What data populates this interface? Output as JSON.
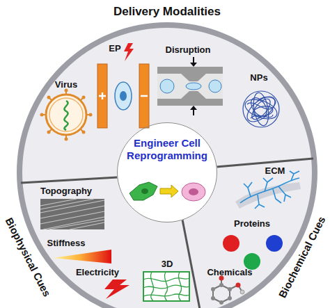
{
  "diagram": {
    "nodes": [
      {
        "text": [
          "Delivery Modalities"
        ]
      },
      {
        "text": [
          "Engineer Cell Reprogramming"
        ]
      },
      {
        "text": [
          "Biophysical Cues"
        ]
      },
      {
        "text": [
          "Biochemical Cues"
        ]
      }
    ],
    "labels": [
      "Virus",
      "EP",
      "Disruption",
      "NPs",
      "Topography",
      "Stiffness",
      "Electricity",
      "3D",
      "ECM",
      "Proteins",
      "Chemicals"
    ]
  }
}
